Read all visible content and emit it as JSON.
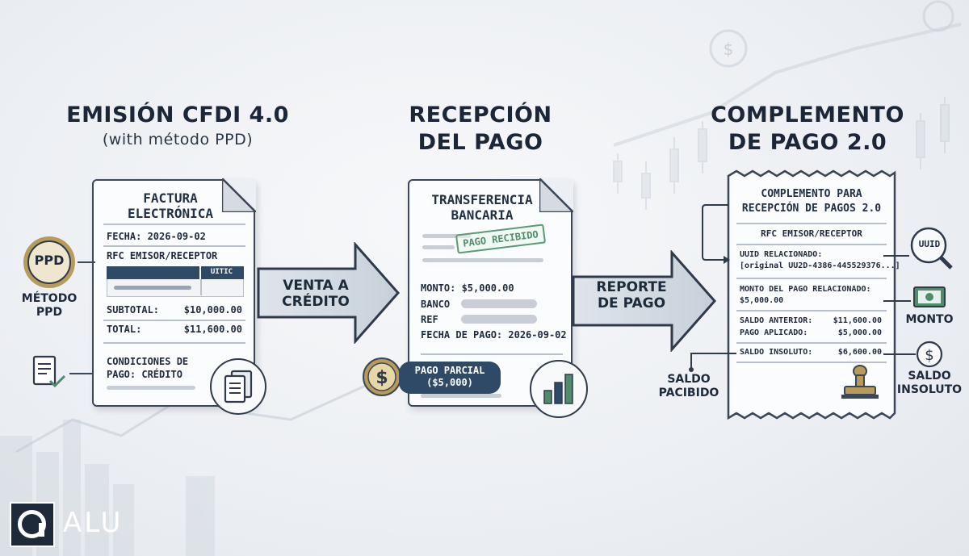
{
  "stages": [
    {
      "title": "EMISIÓN CFDI 4.0",
      "subtitle": "(with método PPD)"
    },
    {
      "title_line1": "RECEPCIÓN",
      "title_line2": "DEL PAGO"
    },
    {
      "title_line1": "COMPLEMENTO",
      "title_line2": "DE PAGO 2.0"
    }
  ],
  "invoice": {
    "title_line1": "FACTURA",
    "title_line2": "ELECTRÓNICA",
    "fecha": "FECHA: 2026-09-02",
    "rfc": "RFC EMISOR/RECEPTOR",
    "table_header": "UITIC",
    "subtotal_label": "SUBTOTAL:",
    "subtotal_value": "$10,000.00",
    "total_label": "TOTAL:",
    "total_value": "$11,600.00",
    "conditions_line1": "CONDICIONES DE",
    "conditions_line2": "PAGO: CRÉDITO"
  },
  "ppd": {
    "badge": "PPD",
    "label_line1": "MÉTODO",
    "label_line2": "PPD"
  },
  "arrow1": {
    "line1": "VENTA A",
    "line2": "CRÉDITO"
  },
  "transfer": {
    "title_line1": "TRANSFERENCIA",
    "title_line2": "BANCARIA",
    "stamp": "PAGO RECIBIDO",
    "monto": "MONTO: $5,000.00",
    "banco": "BANCO",
    "ref": "REF",
    "fecha": "FECHA DE PAGO: 2026-09-02"
  },
  "partial": {
    "line1": "PAGO PARCIAL",
    "line2": "($5,000)"
  },
  "arrow2": {
    "line1": "REPORTE",
    "line2": "DE PAGO"
  },
  "complement": {
    "title_line1": "COMPLEMENTO PARA",
    "title_line2": "RECEPCIÓN DE PAGOS 2.0",
    "rfc": "RFC EMISOR/RECEPTOR",
    "uuid_line1": "UUID RELACIONADO:",
    "uuid_line2": "[original UU2D-4386-445529376...]",
    "monto_line1": "MONTO DEL PAGO RELACIONADO:",
    "monto_line2": "$5,000.00",
    "saldo_anterior_label": "SALDO ANTERIOR:",
    "saldo_anterior_value": "$11,600.00",
    "pago_aplicado_label": "PAGO APLICADO:",
    "pago_aplicado_value": "$5,000.00",
    "saldo_insoluto_label": "SALDO INSOLUTO:",
    "saldo_insoluto_value": "$6,600.00"
  },
  "right_labels": {
    "uuid": "UUID",
    "monto": "MONTO",
    "saldo_insoluto_line1": "SALDO",
    "saldo_insoluto_line2": "INSOLUTO",
    "saldo_pacibido_line1": "SALDO",
    "saldo_pacibido_line2": "PACIBIDO"
  },
  "brand": {
    "logo_text": "ALU"
  },
  "colors": {
    "navy": "#2f4a66",
    "green": "#4f8d6a",
    "gold": "#b89a5a"
  }
}
